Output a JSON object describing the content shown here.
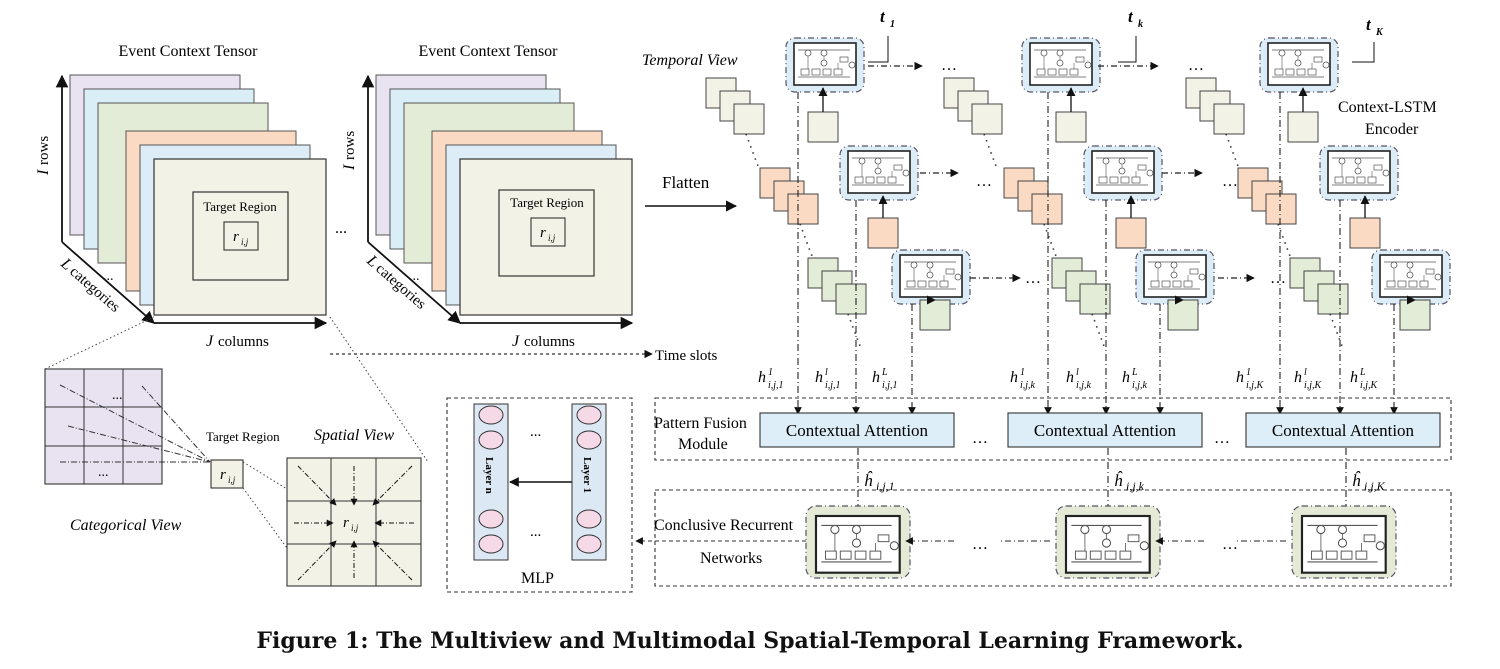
{
  "tensor_left": {
    "title": "Event Context Tensor",
    "target_label": "Target Region",
    "cell_label": "r",
    "cell_sub": "i,j",
    "rows_var": "I",
    "rows_word": "rows",
    "cat_var": "L",
    "cat_word": "categories",
    "col_var": "J",
    "col_word": "columns",
    "dots": "..."
  },
  "tensor_right": {
    "title": "Event Context Tensor",
    "target_label": "Target Region",
    "cell_label": "r",
    "cell_sub": "i,j",
    "rows_var": "I",
    "rows_word": "rows",
    "cat_var": "L",
    "cat_word": "categories",
    "col_var": "J",
    "col_word": "columns",
    "dots": "..."
  },
  "between_dots": "...",
  "flatten": "Flatten",
  "temporal_view": "Temporal View",
  "encoder_label": [
    "Context-LSTM",
    "Encoder"
  ],
  "time_marks": [
    {
      "t": "t",
      "sub": "1"
    },
    {
      "t": "t",
      "sub": "k"
    },
    {
      "t": "t",
      "sub": "K"
    }
  ],
  "time_slots": "Time slots",
  "h_labels": [
    {
      "sup": "1",
      "sub": "i,j,1"
    },
    {
      "sup": "l",
      "sub": "i,j,1"
    },
    {
      "sup": "L",
      "sub": "i,j,1"
    },
    {
      "sup": "1",
      "sub": "i,j,k"
    },
    {
      "sup": "l",
      "sub": "i,j,k"
    },
    {
      "sup": "L",
      "sub": "i,j,k"
    },
    {
      "sup": "1",
      "sub": "i,j,K"
    },
    {
      "sup": "l",
      "sub": "i,j,K"
    },
    {
      "sup": "L",
      "sub": "i,j,K"
    }
  ],
  "pattern_fusion": [
    "Pattern Fusion",
    "Module"
  ],
  "attention_label": "Contextual Attention",
  "hhat_labels": [
    "i,j,1",
    "i,j,k",
    "i,j,K"
  ],
  "conclusive": [
    "Conclusive Recurrent",
    "Networks"
  ],
  "mlp": {
    "label": "MLP",
    "layer_n": "Layer n",
    "layer_1": "Layer 1",
    "dots": "..."
  },
  "categorical_view": "Categorical View",
  "spatial_view": "Spatial View",
  "target_region": "Target Region",
  "grid_dots": "...",
  "cell_r": "r",
  "cell_sub": "i,j",
  "caption": "Figure 1: The Multiview and Multimodal Spatial-Temporal Learning Framework.",
  "colors": {
    "purple": "#e9e3f1",
    "blue": "#d9eef6",
    "green": "#e2ecd6",
    "orange": "#fbdac4",
    "lightblue": "#dcedf7",
    "panel": "#f3f2e7",
    "attention": "#ddeef8",
    "layer": "#dce8f4",
    "node": "#f5d9e6",
    "conclusive": "#e4ead6"
  }
}
